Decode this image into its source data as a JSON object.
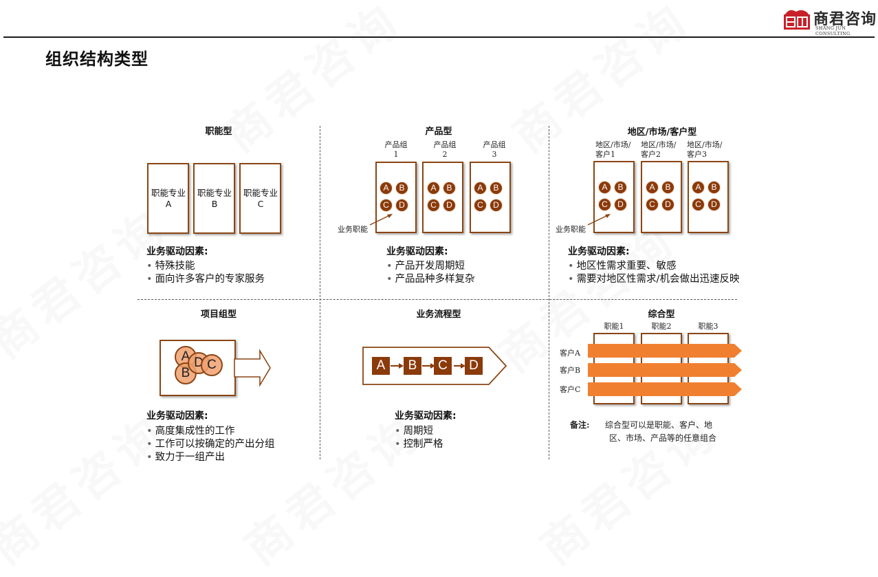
{
  "header": {
    "page_title": "组织结构类型",
    "logo_text": "商君咨询",
    "logo_subtitle": "SHANG JUN CONSULTING",
    "watermark": "商君咨询",
    "colors": {
      "accent_brown": "#8b4513",
      "circle_brown": "#8b3a0a",
      "arrow_orange": "#f08030",
      "logo_red": "#c8202a"
    }
  },
  "functional": {
    "title": "职能型",
    "units": [
      {
        "line1": "职能专业",
        "line2": "A"
      },
      {
        "line1": "职能专业",
        "line2": "B"
      },
      {
        "line1": "职能专业",
        "line2": "C"
      }
    ],
    "driver_title": "业务驱动因素:",
    "drivers": [
      "特殊技能",
      "面向许多客户的专家服务"
    ]
  },
  "product": {
    "title": "产品型",
    "groups": [
      {
        "line1": "产品组",
        "line2": "1"
      },
      {
        "line1": "产品组",
        "line2": "2"
      },
      {
        "line1": "产品组",
        "line2": "3"
      }
    ],
    "circles": [
      "A",
      "B",
      "C",
      "D"
    ],
    "pointer_label": "业务职能",
    "driver_title": "业务驱动因素:",
    "drivers": [
      "产品开发周期短",
      "产品品种多样复杂"
    ]
  },
  "region": {
    "title": "地区/市场/客户型",
    "groups": [
      {
        "line1": "地区/市场/",
        "line2": "客户1"
      },
      {
        "line1": "地区/市场/",
        "line2": "客户2"
      },
      {
        "line1": "地区/市场/",
        "line2": "客户3"
      }
    ],
    "circles": [
      "A",
      "B",
      "C",
      "D"
    ],
    "pointer_label": "业务职能",
    "driver_title": "业务驱动因素:",
    "drivers": [
      "地区性需求重要、敏感",
      "需要对地区性需求/机会做出迅速反映"
    ]
  },
  "project": {
    "title": "项目组型",
    "circles": [
      "A",
      "B",
      "D",
      "C"
    ],
    "driver_title": "业务驱动因素:",
    "drivers": [
      "高度集成性的工作",
      "工作可以按确定的产出分组",
      "致力于一组产出"
    ]
  },
  "process": {
    "title": "业务流程型",
    "steps": [
      "A",
      "B",
      "C",
      "D"
    ],
    "driver_title": "业务驱动因素:",
    "drivers": [
      "周期短",
      "控制严格"
    ]
  },
  "matrix": {
    "title": "综合型",
    "columns": [
      "职能1",
      "职能2",
      "职能3"
    ],
    "rows": [
      "客户A",
      "客户B",
      "客户C"
    ],
    "note_label": "备注:",
    "note_line1": "综合型可以是职能、客户、地",
    "note_line2": "区、市场、产品等的任意组合"
  }
}
